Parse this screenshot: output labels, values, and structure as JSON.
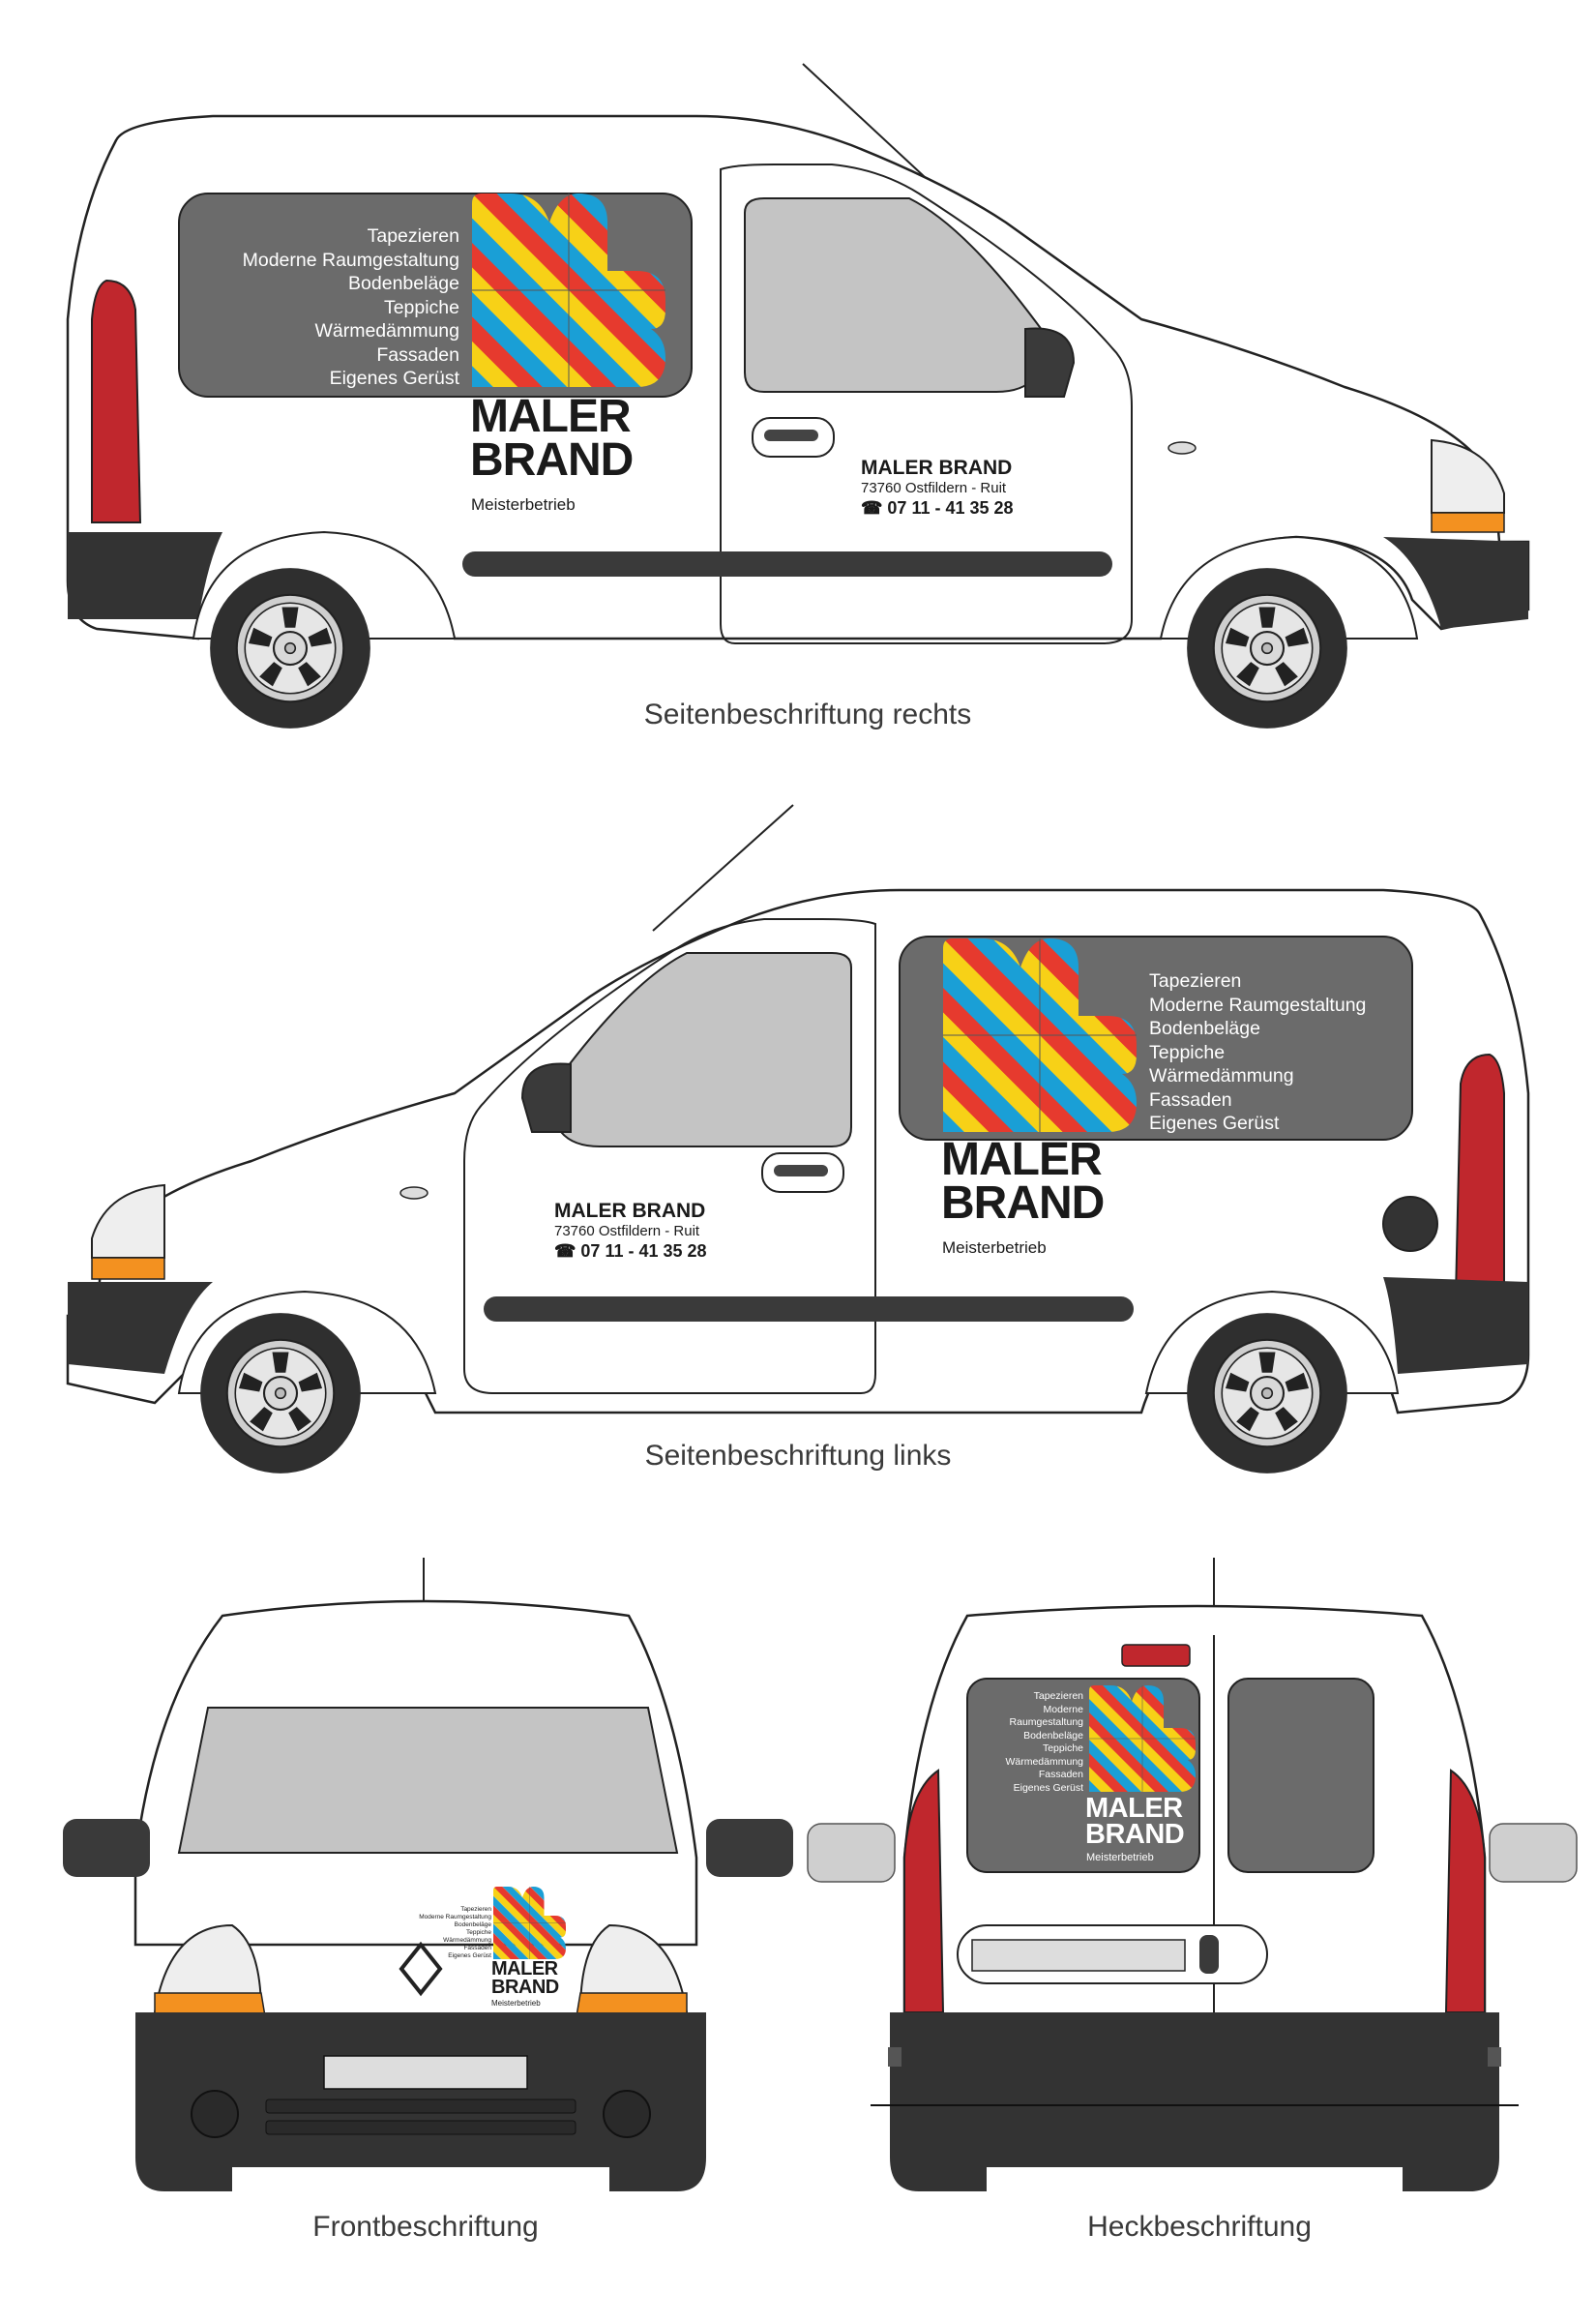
{
  "brand": {
    "name_line1": "MALER",
    "name_line2": "BRAND",
    "full_name": "MALER BRAND",
    "tagline": "Meisterbetrieb",
    "address": "73760 Ostfildern - Ruit",
    "phone": "☎ 07 11 - 41 35 28"
  },
  "services": [
    "Tapezieren",
    "Moderne Raumgestaltung",
    "Bodenbeläge",
    "Teppiche",
    "Wärmedämmung",
    "Fassaden",
    "Eigenes Gerüst"
  ],
  "rear_services": [
    "Tapezieren",
    "Moderne",
    "Raumgestaltung",
    "Bodenbeläge",
    "Teppiche",
    "Wärmedämmung",
    "Fassaden",
    "Eigenes Gerüst"
  ],
  "captions": {
    "right": "Seitenbeschriftung rechts",
    "left": "Seitenbeschriftung links",
    "front": "Frontbeschriftung",
    "rear": "Heckbeschriftung"
  },
  "colors": {
    "stripe_red": "#e63a2e",
    "stripe_blue": "#1a9fd6",
    "stripe_yellow": "#f7d117",
    "panel_gray": "#6b6b6b",
    "bumper": "#333333",
    "taillight": "#c0272d",
    "indicator": "#f39120"
  }
}
